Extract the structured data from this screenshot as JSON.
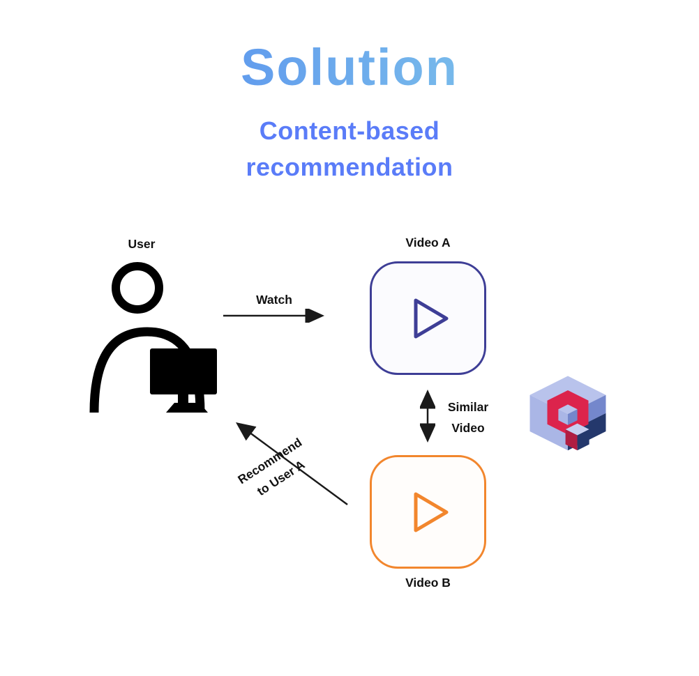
{
  "slide": {
    "title": "Solution",
    "subtitle_line1": "Content-based",
    "subtitle_line2": "recommendation"
  },
  "diagram": {
    "user": {
      "label": "User"
    },
    "watch": {
      "label": "Watch"
    },
    "video_a": {
      "label": "Video A"
    },
    "similar": {
      "line1": "Similar",
      "line2": "Video"
    },
    "video_b": {
      "label": "Video B"
    },
    "recommend": {
      "line1": "Recommend",
      "line2": "to User A"
    },
    "logo": "qdrant-logo"
  },
  "colors": {
    "title_gradient_start": "#4a7df0",
    "title_gradient_end": "#8fd9e8",
    "subtitle": "#5a7cf8",
    "video_a_border": "#3e3e96",
    "video_b_border": "#f2862d",
    "arrow": "#1a1a1a",
    "icon_black": "#000000",
    "logo_periwinkle": "#b9c3ec",
    "logo_periwinkle_dark": "#aab6e6",
    "logo_blue": "#7487cc",
    "logo_navy": "#24386c",
    "logo_crimson": "#dc244c",
    "logo_crimson_dark": "#b01d42",
    "logo_light_top": "#c6cff0"
  }
}
